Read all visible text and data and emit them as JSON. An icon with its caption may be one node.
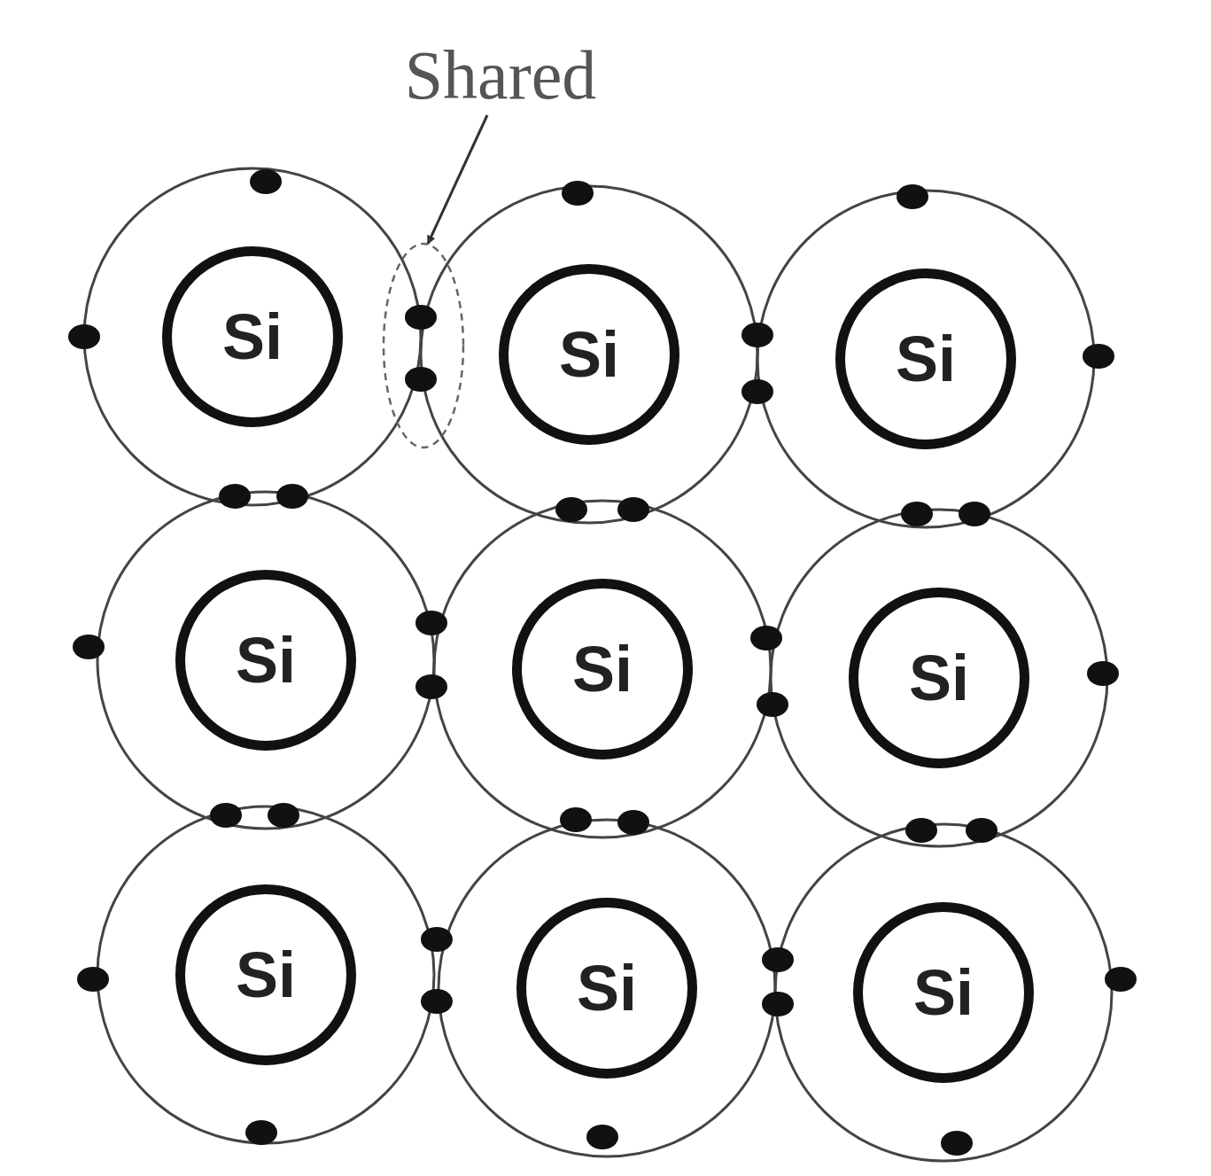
{
  "diagram": {
    "nodes": [
      {
        "text": [
          "Shared"
        ]
      },
      {
        "text": [],
        "shape": "ellipse"
      },
      {
        "text": [
          "Si"
        ]
      },
      {
        "text": [
          "Si"
        ]
      },
      {
        "text": [
          "Si"
        ]
      },
      {
        "text": [
          "Si"
        ]
      },
      {
        "text": [
          "Si"
        ]
      },
      {
        "text": [
          "Si"
        ]
      },
      {
        "text": [
          "Si"
        ]
      },
      {
        "text": [
          "Si"
        ]
      },
      {
        "text": [
          "Si"
        ]
      }
    ],
    "edges": [
      {
        "from": 0,
        "to": 1,
        "arrow": "to"
      }
    ]
  }
}
